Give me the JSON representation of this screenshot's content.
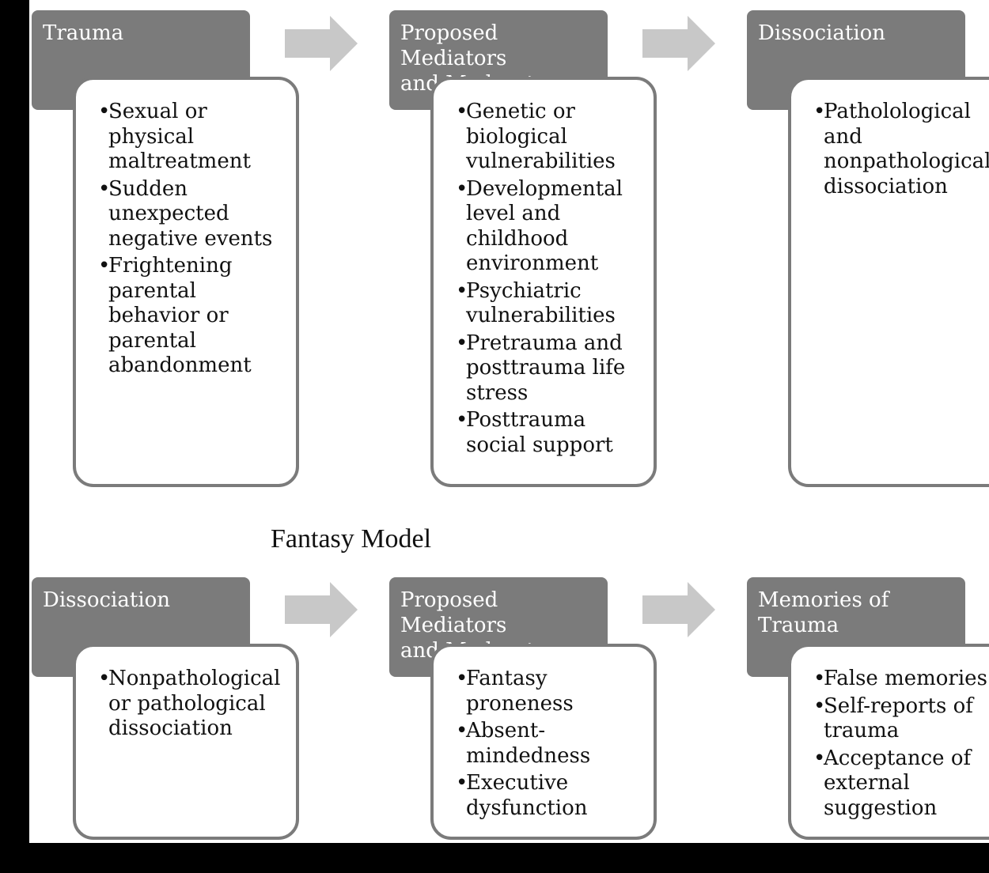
{
  "diagram": {
    "top_row": [
      {
        "header": "Trauma",
        "items": [
          "Sexual or physical maltreatment",
          "Sudden unexpected negative events",
          "Frightening parental behavior or parental abandonment"
        ]
      },
      {
        "header": "Proposed Mediators\nand Moderators",
        "items": [
          "Genetic or biological vulnerabilities",
          "Developmental level and childhood environment",
          "Psychiatric vulnerabilities",
          "Pretrauma and posttrauma life stress",
          "Posttrauma social support"
        ]
      },
      {
        "header": "Dissociation",
        "items": [
          "Patholological and nonpathological dissociation"
        ]
      }
    ],
    "model_title": "Fantasy Model",
    "bottom_row": [
      {
        "header": "Dissociation",
        "items": [
          "Nonpathological or pathological dissociation"
        ]
      },
      {
        "header": "Proposed Mediators\nand Moderators",
        "items": [
          "Fantasy proneness",
          "Absent-mindedness",
          "Executive dysfunction"
        ]
      },
      {
        "header": "Memories of\nTrauma",
        "items": [
          "False memories",
          "Self-reports of trauma",
          "Acceptance of external suggestion"
        ]
      }
    ],
    "colors": {
      "header": "#7b7b7b",
      "arrow": "#c8c8c8",
      "border": "#7b7b7b",
      "text": "#111111",
      "background": "#ffffff"
    }
  }
}
